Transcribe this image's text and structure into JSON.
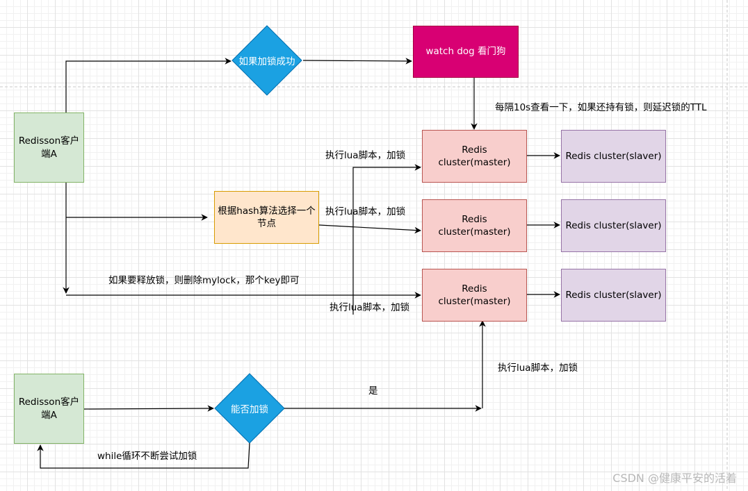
{
  "nodes": {
    "client_top": "Redisson客户端A",
    "client_bottom": "Redisson客户端A",
    "lock_success": "如果加锁成功",
    "watch_dog": "watch dog 看门狗",
    "hash_select": "根据hash算法选择一个节点",
    "can_lock": "能否加锁",
    "masters": [
      "Redis cluster(master)",
      "Redis cluster(master)",
      "Redis cluster(master)"
    ],
    "slavers": [
      "Redis cluster(slaver)",
      "Redis cluster(slaver)",
      "Redis cluster(slaver)"
    ]
  },
  "edge_labels": {
    "watchdog_renew": "每隔10s查看一下，如果还持有锁，则延迟锁的TTL",
    "lua_lock_1": "执行lua脚本，加锁",
    "lua_lock_2": "执行lua脚本，加锁",
    "release": "如果要释放锁，则删除mylock，那个key即可",
    "lua_lock_3": "执行lua脚本，加锁",
    "lua_lock_4": "执行lua脚本，加锁",
    "yes": "是",
    "while_retry": "while循环不断尝试加锁"
  },
  "watermark": "CSDN @健康平安的活着",
  "colors": {
    "client_fill": "#d5e8d4",
    "diamond_fill": "#1ba1e2",
    "watchdog_fill": "#d80073",
    "hash_fill": "#ffe6cc",
    "master_fill": "#f8cecc",
    "slaver_fill": "#e1d5e7"
  }
}
